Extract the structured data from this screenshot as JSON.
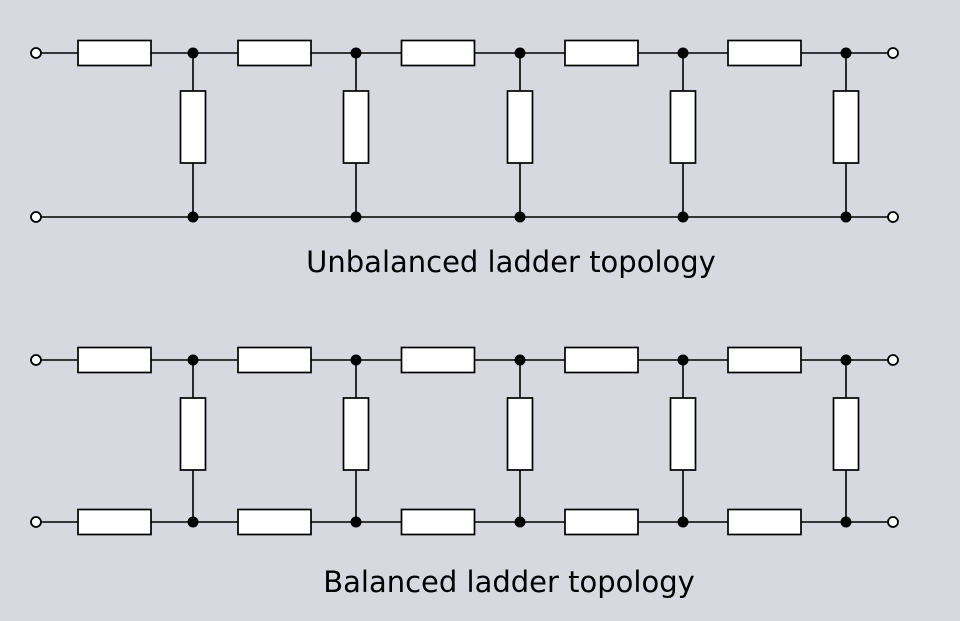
{
  "colors": {
    "background": "#d8d9e0",
    "wire": "#000000",
    "component_fill": "#ffffff",
    "terminal_fill": "#ffffff",
    "junction_fill": "#000000",
    "caption_text": "#000000"
  },
  "diagrams": [
    {
      "title": "Unbalanced ladder topology",
      "topology": "unbalanced",
      "sections": 5,
      "series_resistors_top_rail": 5,
      "series_resistors_bottom_rail": 0,
      "shunt_resistors": 5,
      "junction_nodes": 10,
      "terminals": 4
    },
    {
      "title": "Balanced ladder topology",
      "topology": "balanced",
      "sections": 5,
      "series_resistors_top_rail": 5,
      "series_resistors_bottom_rail": 5,
      "shunt_resistors": 5,
      "junction_nodes": 10,
      "terminals": 4
    }
  ]
}
